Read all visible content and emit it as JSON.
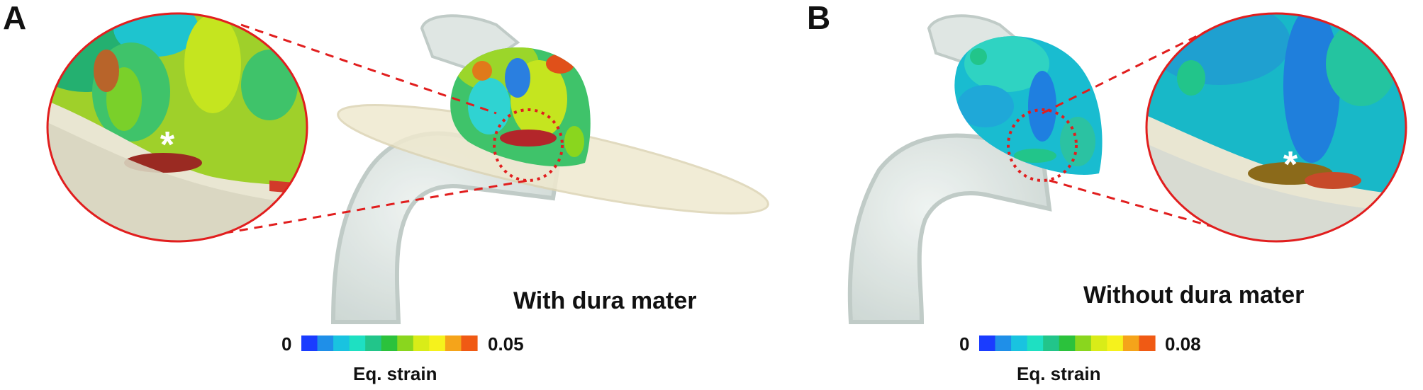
{
  "panels": [
    {
      "letter": "A",
      "caption": "With dura mater",
      "colorbar": {
        "min": "0",
        "max": "0.05",
        "title": "Eq. strain",
        "colors": [
          "#1a3cff",
          "#1f8fe8",
          "#19c3e0",
          "#1ee0c2",
          "#22c58a",
          "#2bc23c",
          "#8ad61e",
          "#d9ec18",
          "#f6f21c",
          "#f5a41a",
          "#f05a14"
        ]
      }
    },
    {
      "letter": "B",
      "caption": "Without dura mater",
      "colorbar": {
        "min": "0",
        "max": "0.08",
        "title": "Eq. strain",
        "colors": [
          "#1a3cff",
          "#1f8fe8",
          "#19c3e0",
          "#1ee0c2",
          "#22c58a",
          "#2bc23c",
          "#8ad61e",
          "#d9ec18",
          "#f6f21c",
          "#f5a41a",
          "#f05a14"
        ]
      }
    }
  ],
  "marker": "*",
  "colors": {
    "callout": "#e11e1e",
    "vessel": "#d9e3df",
    "dura_plate": "#efe9cf"
  }
}
